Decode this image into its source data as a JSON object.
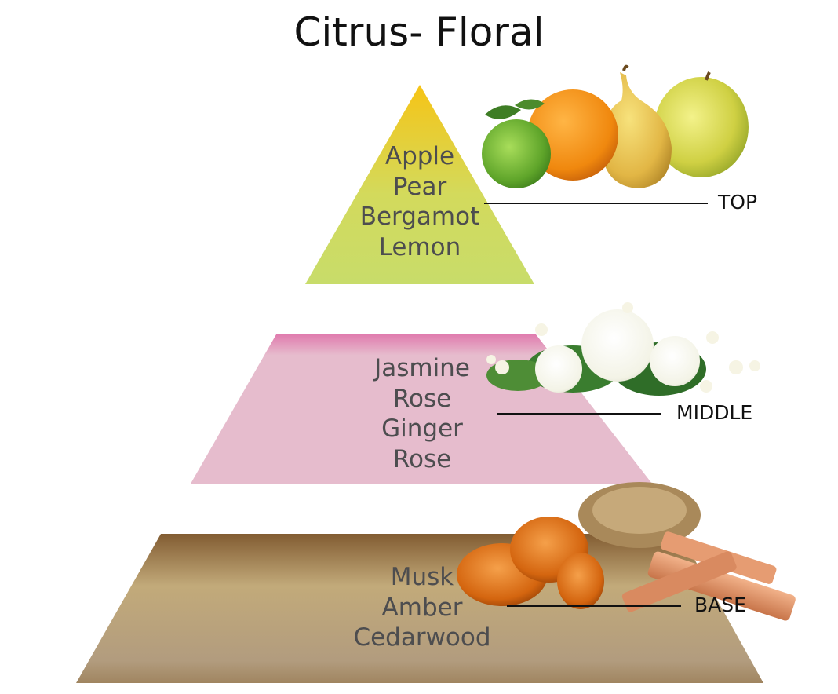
{
  "title": "Citrus- Floral",
  "tiers": {
    "top": {
      "label": "TOP",
      "notes": [
        "Apple",
        "Pear",
        "Bergamot",
        "Lemon"
      ],
      "image": "fruit-cluster: bergamot, orange, pear, apple"
    },
    "middle": {
      "label": "MIDDLE",
      "notes": [
        "Jasmine",
        "Rose",
        "Ginger",
        "Rose"
      ],
      "image": "flower-cluster: white roses and jasmine"
    },
    "base": {
      "label": "BASE",
      "notes": [
        "Musk",
        "Amber",
        "Cedarwood"
      ],
      "image": "amber resin, wood chips and cedar sticks"
    }
  },
  "colors": {
    "top_gradient": [
      "#f6c416",
      "#d3da5c",
      "#c8dc6a"
    ],
    "middle_gradient": [
      "#e07cae",
      "#e6bccd"
    ],
    "base_gradient": [
      "#825c32",
      "#c2aa7a",
      "#a68b66"
    ]
  }
}
